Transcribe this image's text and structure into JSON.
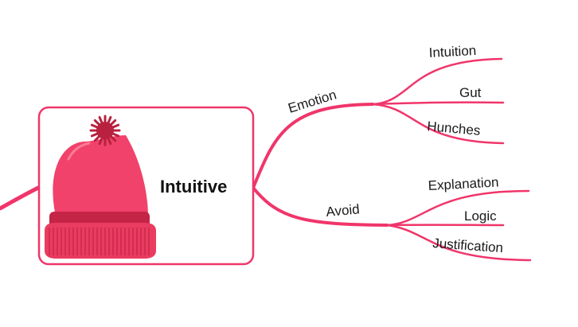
{
  "central_topic": {
    "label": "Intuitive",
    "icon": "red-hat-icon"
  },
  "branches": [
    {
      "label": "Emotion",
      "children": [
        "Intuition",
        "Gut",
        "Hunches"
      ]
    },
    {
      "label": "Avoid",
      "children": [
        "Explanation",
        "Logic",
        "Justification"
      ]
    }
  ],
  "colors": {
    "branch": "#f0356a",
    "hat": "#f0426b",
    "hat_band": "#c42446",
    "hat_cuff": "#ea3b60",
    "pompom": "#b8213f",
    "text": "#1a1a1a"
  }
}
